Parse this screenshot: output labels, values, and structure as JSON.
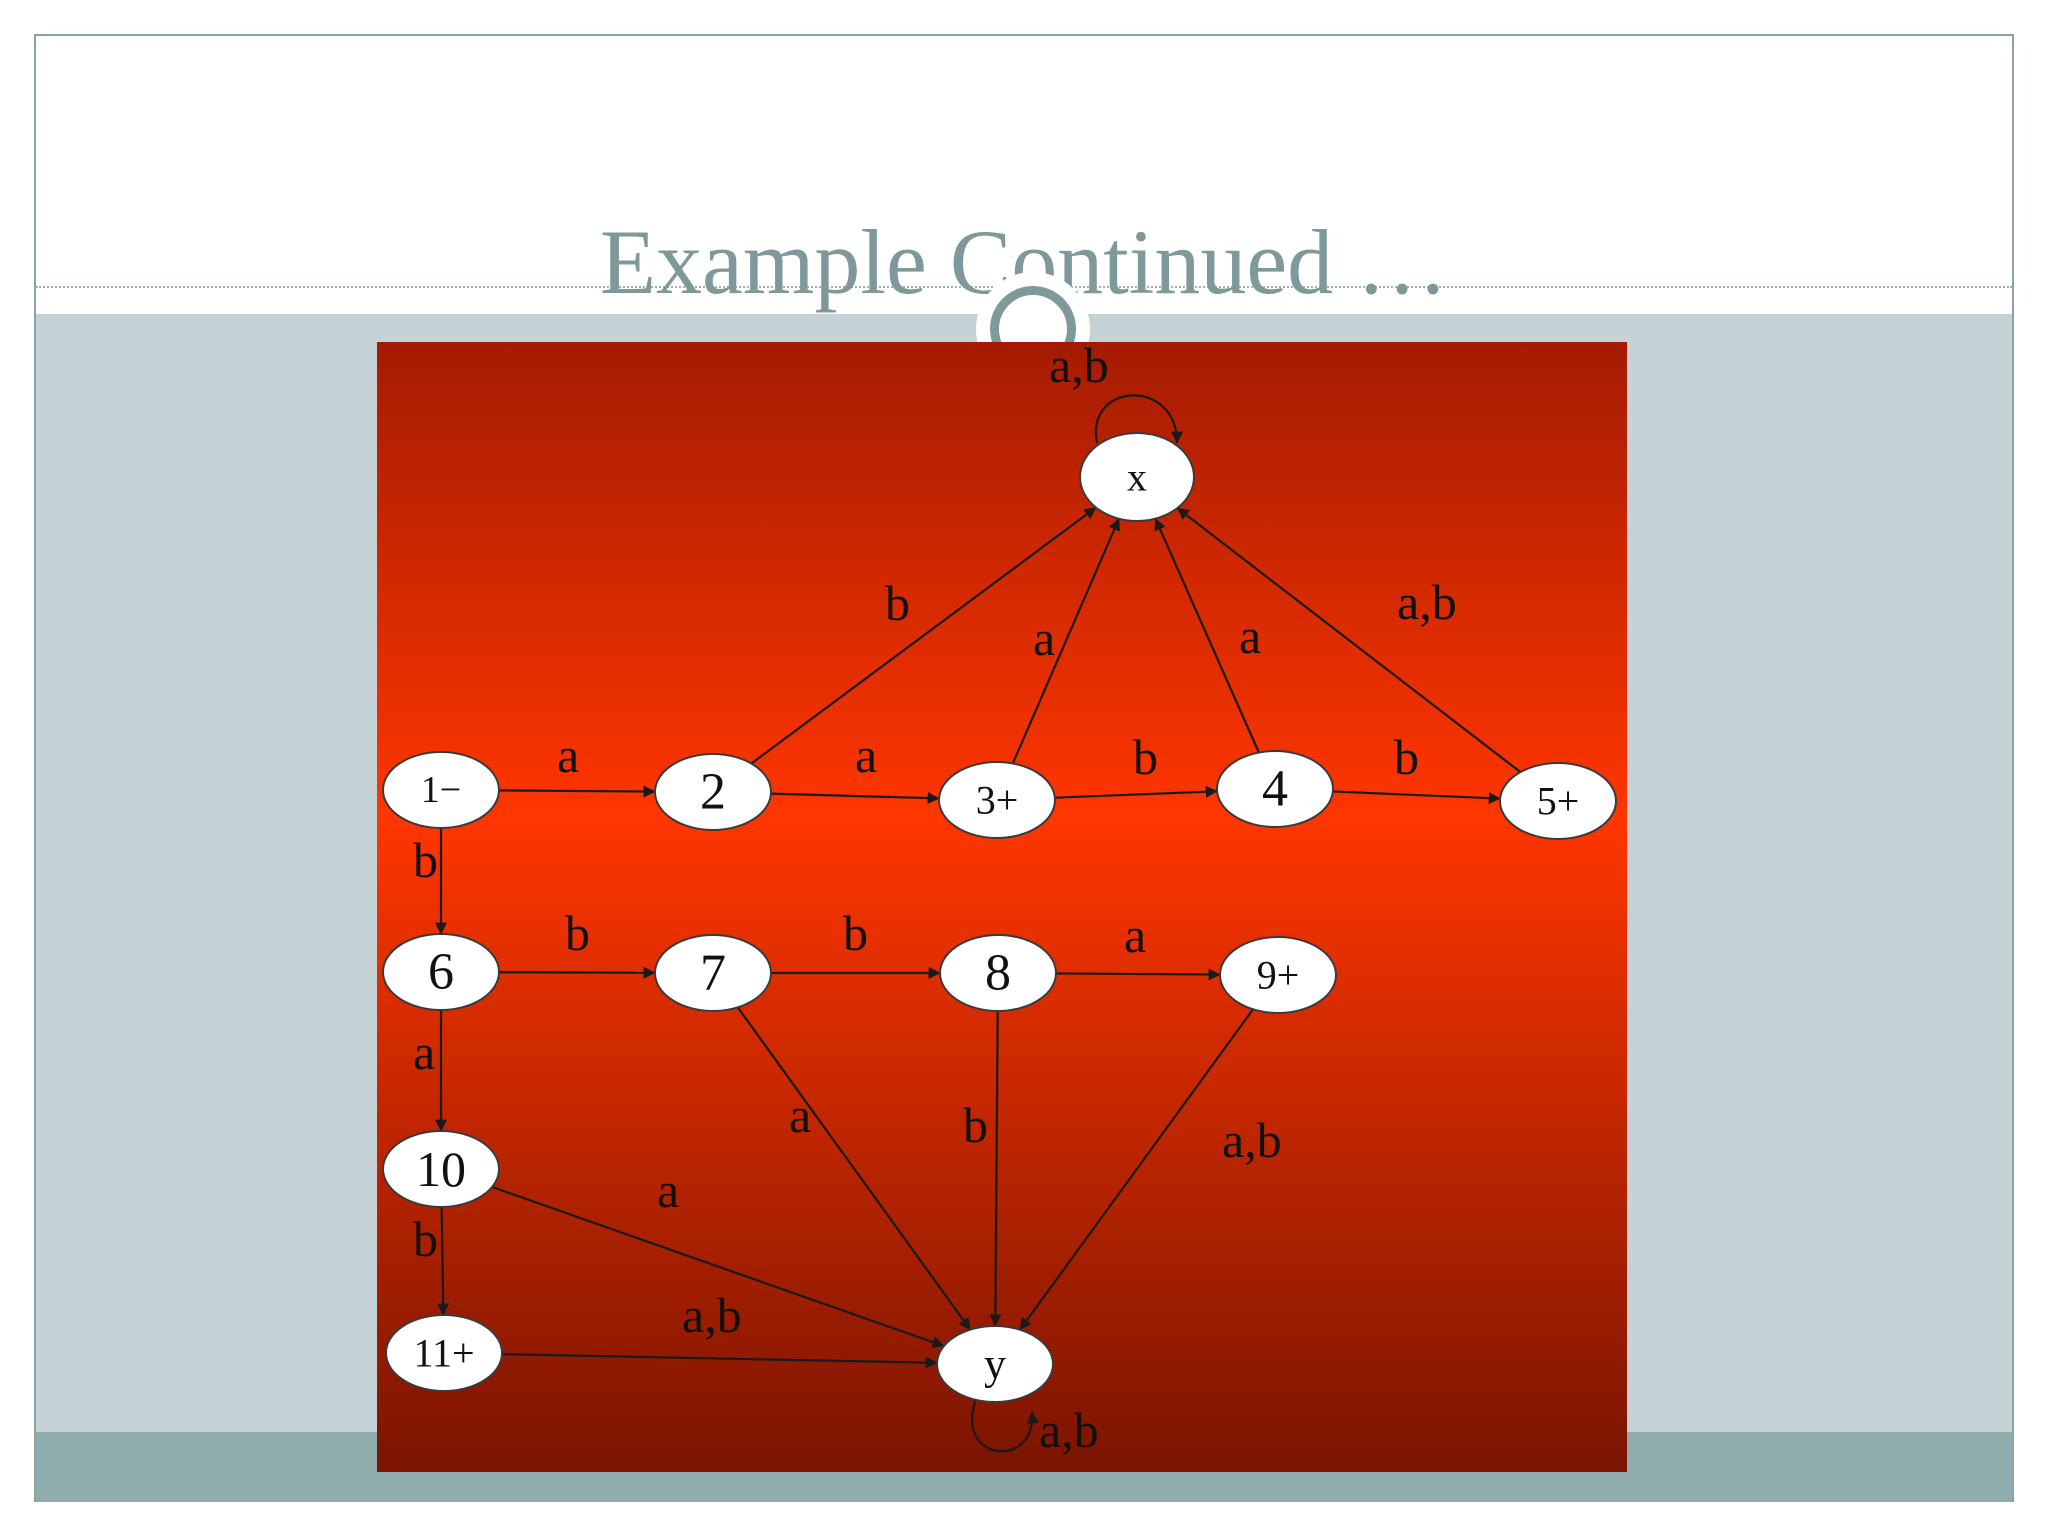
{
  "slide": {
    "title": "Example Continued …"
  },
  "diagram": {
    "colors": {
      "background_top": "#a41b02",
      "background_mid": "#ff3600",
      "background_bottom": "#7a1400",
      "node_fill": "#ffffff",
      "edge": "#1a1a1a"
    },
    "nodes": [
      {
        "id": "x",
        "label": "x"
      },
      {
        "id": "n1",
        "label": "1−"
      },
      {
        "id": "n2",
        "label": "2"
      },
      {
        "id": "n3",
        "label": "3+"
      },
      {
        "id": "n4",
        "label": "4"
      },
      {
        "id": "n5",
        "label": "5+"
      },
      {
        "id": "n6",
        "label": "6"
      },
      {
        "id": "n7",
        "label": "7"
      },
      {
        "id": "n8",
        "label": "8"
      },
      {
        "id": "n9",
        "label": "9+"
      },
      {
        "id": "n10",
        "label": "10"
      },
      {
        "id": "n11",
        "label": "11+"
      },
      {
        "id": "y",
        "label": "y"
      }
    ],
    "edges": [
      {
        "from": "x",
        "to": "x",
        "label": "a,b"
      },
      {
        "from": "n1",
        "to": "n2",
        "label": "a"
      },
      {
        "from": "n2",
        "to": "n3",
        "label": "a"
      },
      {
        "from": "n3",
        "to": "n4",
        "label": "b"
      },
      {
        "from": "n4",
        "to": "n5",
        "label": "b"
      },
      {
        "from": "n2",
        "to": "x",
        "label": "b"
      },
      {
        "from": "n3",
        "to": "x",
        "label": "a"
      },
      {
        "from": "n4",
        "to": "x",
        "label": "a"
      },
      {
        "from": "n5",
        "to": "x",
        "label": "a,b"
      },
      {
        "from": "n1",
        "to": "n6",
        "label": "b"
      },
      {
        "from": "n6",
        "to": "n7",
        "label": "b"
      },
      {
        "from": "n7",
        "to": "n8",
        "label": "b"
      },
      {
        "from": "n8",
        "to": "n9",
        "label": "a"
      },
      {
        "from": "n6",
        "to": "n10",
        "label": "a"
      },
      {
        "from": "n10",
        "to": "n11",
        "label": "b"
      },
      {
        "from": "n7",
        "to": "y",
        "label": "a"
      },
      {
        "from": "n8",
        "to": "y",
        "label": "b"
      },
      {
        "from": "n9",
        "to": "y",
        "label": "a,b"
      },
      {
        "from": "n10",
        "to": "y",
        "label": "a"
      },
      {
        "from": "n11",
        "to": "y",
        "label": "a,b"
      },
      {
        "from": "y",
        "to": "y",
        "label": "a,b"
      }
    ]
  }
}
